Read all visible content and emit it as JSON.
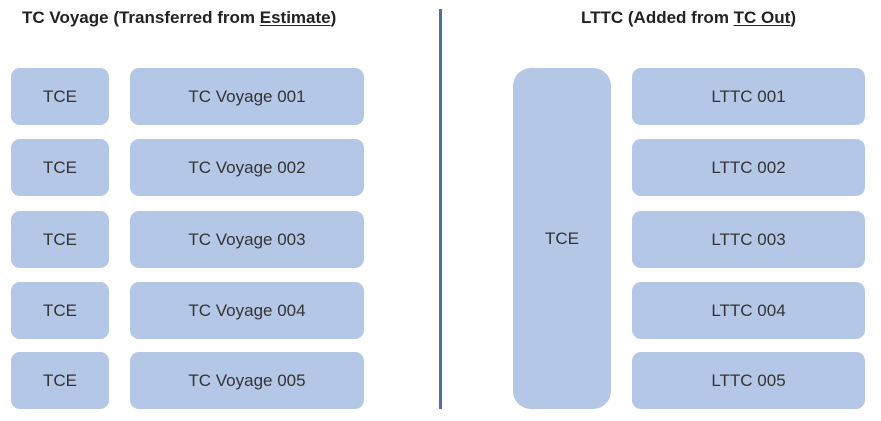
{
  "colors": {
    "box_fill": "#b4c7e7",
    "divider": "#4a6fad",
    "text": "#333333"
  },
  "left": {
    "heading_prefix": "TC Voyage (Transferred from ",
    "heading_link": "Estimate",
    "heading_suffix": ")",
    "tce_label": "TCE",
    "rows": [
      {
        "tce": "TCE",
        "voyage": "TC Voyage 001"
      },
      {
        "tce": "TCE",
        "voyage": "TC Voyage 002"
      },
      {
        "tce": "TCE",
        "voyage": "TC Voyage 003"
      },
      {
        "tce": "TCE",
        "voyage": "TC Voyage 004"
      },
      {
        "tce": "TCE",
        "voyage": "TC Voyage 005"
      }
    ]
  },
  "right": {
    "heading_prefix": "LTTC (Added from ",
    "heading_link": "TC Out",
    "heading_suffix": ")",
    "tce_label": "TCE",
    "items": [
      "LTTC 001",
      "LTTC 002",
      "LTTC 003",
      "LTTC 004",
      "LTTC 005"
    ]
  }
}
